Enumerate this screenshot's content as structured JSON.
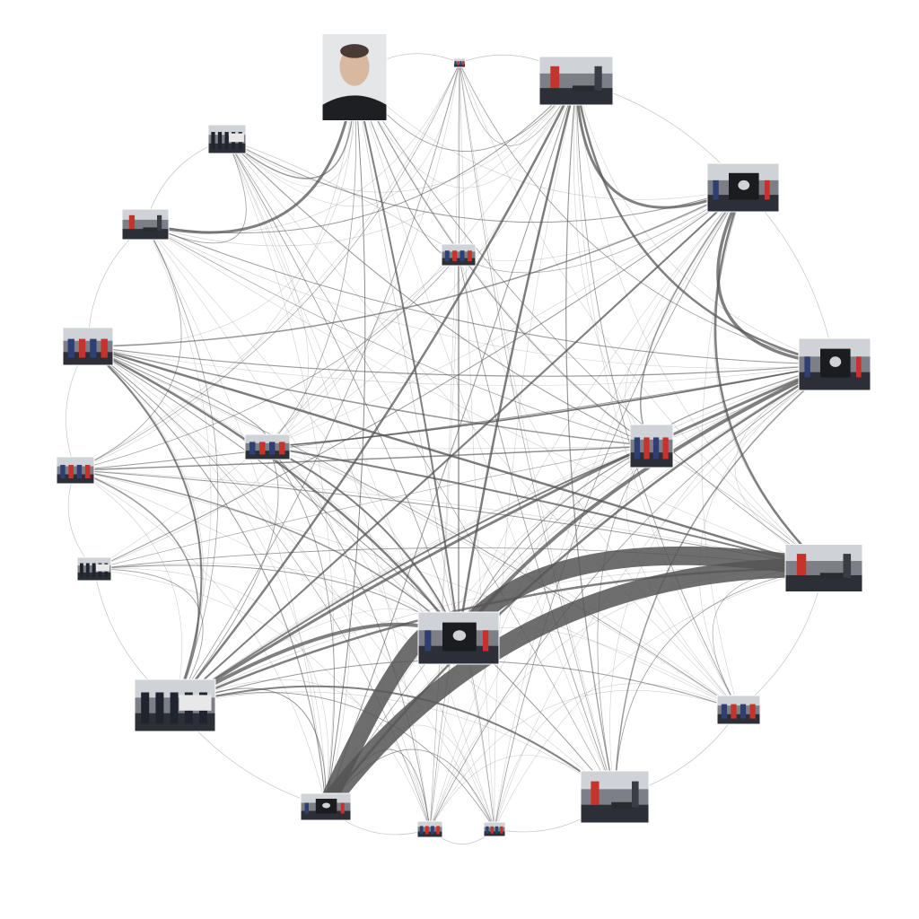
{
  "diagram": {
    "type": "circular-network",
    "node_shape": "photo-thumbnail",
    "palette": {
      "background": "#ffffff",
      "edge": "#555555",
      "photo_dark": "#2c2f36",
      "photo_grey": "#7c7f85",
      "photo_light": "#cfd2d6",
      "accent_red": "#c8322c",
      "accent_blue": "#2d3f73",
      "skin": "#d9b8a0"
    },
    "nodes": [
      {
        "id": "portrait",
        "kind": "portrait"
      },
      {
        "id": "top-small",
        "kind": "crowd"
      },
      {
        "id": "street-red-shirt",
        "kind": "street"
      },
      {
        "id": "jeep-red-shirt",
        "kind": "jeep"
      },
      {
        "id": "jeep-rear",
        "kind": "jeep"
      },
      {
        "id": "crowd-center-right",
        "kind": "crowd"
      },
      {
        "id": "street-jeep-right",
        "kind": "street"
      },
      {
        "id": "fallen-person-right",
        "kind": "crowd"
      },
      {
        "id": "street-bottom-right",
        "kind": "street"
      },
      {
        "id": "small-bottom-2",
        "kind": "crowd"
      },
      {
        "id": "small-bottom-1",
        "kind": "crowd"
      },
      {
        "id": "jeep-bottom",
        "kind": "jeep"
      },
      {
        "id": "police-smoke",
        "kind": "police"
      },
      {
        "id": "police-left-small",
        "kind": "police"
      },
      {
        "id": "crowd-left",
        "kind": "crowd"
      },
      {
        "id": "crowd-red-left",
        "kind": "crowd"
      },
      {
        "id": "lying-person-left",
        "kind": "street"
      },
      {
        "id": "police-line-top-left",
        "kind": "police"
      },
      {
        "id": "crowd-center-top",
        "kind": "crowd"
      },
      {
        "id": "crowd-center-left",
        "kind": "crowd"
      },
      {
        "id": "jeep-center",
        "kind": "jeep"
      }
    ],
    "edges": [
      {
        "from": "jeep-center",
        "to": "street-jeep-right",
        "weight": 10
      },
      {
        "from": "street-jeep-right",
        "to": "jeep-bottom",
        "weight": 10
      },
      {
        "from": "jeep-bottom",
        "to": "jeep-center",
        "weight": 9
      },
      {
        "from": "police-smoke",
        "to": "jeep-center",
        "weight": 4
      },
      {
        "from": "jeep-rear",
        "to": "jeep-center",
        "weight": 4
      },
      {
        "from": "jeep-rear",
        "to": "police-smoke",
        "weight": 3
      },
      {
        "from": "jeep-red-shirt",
        "to": "jeep-rear",
        "weight": 3.5
      },
      {
        "from": "jeep-red-shirt",
        "to": "street-jeep-right",
        "weight": 2.5
      },
      {
        "from": "street-red-shirt",
        "to": "jeep-red-shirt",
        "weight": 3
      },
      {
        "from": "street-red-shirt",
        "to": "jeep-rear",
        "weight": 2.5
      },
      {
        "from": "street-red-shirt",
        "to": "jeep-center",
        "weight": 2.5
      },
      {
        "from": "street-red-shirt",
        "to": "police-smoke",
        "weight": 2.5
      },
      {
        "from": "portrait",
        "to": "lying-person-left",
        "weight": 3
      },
      {
        "from": "portrait",
        "to": "jeep-center",
        "weight": 2
      },
      {
        "from": "portrait",
        "to": "police-line-top-left",
        "weight": 1.5
      },
      {
        "from": "crowd-red-left",
        "to": "jeep-center",
        "weight": 2.5
      },
      {
        "from": "crowd-red-left",
        "to": "street-jeep-right",
        "weight": 2.5
      },
      {
        "from": "crowd-red-left",
        "to": "police-smoke",
        "weight": 2
      },
      {
        "from": "crowd-red-left",
        "to": "crowd-center-right",
        "weight": 1.5
      },
      {
        "from": "crowd-center-left",
        "to": "jeep-center",
        "weight": 2
      },
      {
        "from": "crowd-center-left",
        "to": "street-jeep-right",
        "weight": 2
      },
      {
        "from": "crowd-center-left",
        "to": "jeep-rear",
        "weight": 1.5
      },
      {
        "from": "crowd-center-right",
        "to": "police-smoke",
        "weight": 2
      },
      {
        "from": "crowd-center-right",
        "to": "jeep-red-shirt",
        "weight": 1.5
      },
      {
        "from": "crowd-left",
        "to": "crowd-center-right",
        "weight": 1.5
      },
      {
        "from": "crowd-left",
        "to": "jeep-center",
        "weight": 1.5
      },
      {
        "from": "crowd-left",
        "to": "police-smoke",
        "weight": 1.5
      },
      {
        "from": "police-smoke",
        "to": "street-bottom-right",
        "weight": 2
      },
      {
        "from": "police-smoke",
        "to": "street-jeep-right",
        "weight": 2.5
      },
      {
        "from": "jeep-rear",
        "to": "jeep-bottom",
        "weight": 2.5
      },
      {
        "from": "jeep-rear",
        "to": "crowd-center-left",
        "weight": 1.5
      },
      {
        "from": "jeep-red-shirt",
        "to": "police-smoke",
        "weight": 2
      },
      {
        "from": "jeep-red-shirt",
        "to": "crowd-red-left",
        "weight": 1.5
      },
      {
        "from": "crowd-center-top",
        "to": "jeep-center",
        "weight": 1.5
      },
      {
        "from": "crowd-center-top",
        "to": "portrait",
        "weight": 1
      },
      {
        "from": "lying-person-left",
        "to": "street-red-shirt",
        "weight": 1
      },
      {
        "from": "lying-person-left",
        "to": "jeep-rear",
        "weight": 1
      },
      {
        "from": "police-line-top-left",
        "to": "jeep-red-shirt",
        "weight": 1
      },
      {
        "from": "police-line-top-left",
        "to": "crowd-center-right",
        "weight": 1
      },
      {
        "from": "portrait",
        "to": "jeep-bottom",
        "weight": 1
      },
      {
        "from": "portrait",
        "to": "crowd-center-right",
        "weight": 1
      },
      {
        "from": "top-small",
        "to": "police-smoke",
        "weight": 0.8
      },
      {
        "from": "top-small",
        "to": "jeep-rear",
        "weight": 0.8
      },
      {
        "from": "top-small",
        "to": "crowd-left",
        "weight": 0.6
      },
      {
        "from": "police-left-small",
        "to": "jeep-red-shirt",
        "weight": 1
      },
      {
        "from": "police-left-small",
        "to": "jeep-center",
        "weight": 1
      },
      {
        "from": "police-left-small",
        "to": "street-jeep-right",
        "weight": 0.8
      },
      {
        "from": "fallen-person-right",
        "to": "police-smoke",
        "weight": 1
      },
      {
        "from": "fallen-person-right",
        "to": "crowd-red-left",
        "weight": 0.8
      },
      {
        "from": "fallen-person-right",
        "to": "street-red-shirt",
        "weight": 0.8
      },
      {
        "from": "small-bottom-1",
        "to": "jeep-rear",
        "weight": 0.8
      },
      {
        "from": "small-bottom-1",
        "to": "crowd-center-left",
        "weight": 0.8
      },
      {
        "from": "small-bottom-2",
        "to": "jeep-red-shirt",
        "weight": 0.8
      },
      {
        "from": "small-bottom-2",
        "to": "police-smoke",
        "weight": 0.8
      },
      {
        "from": "street-bottom-right",
        "to": "jeep-rear",
        "weight": 1.5
      },
      {
        "from": "street-bottom-right",
        "to": "crowd-red-left",
        "weight": 1
      },
      {
        "from": "street-bottom-right",
        "to": "street-red-shirt",
        "weight": 1.2
      },
      {
        "from": "jeep-bottom",
        "to": "crowd-red-left",
        "weight": 1
      },
      {
        "from": "jeep-bottom",
        "to": "street-red-shirt",
        "weight": 1
      },
      {
        "from": "crowd-center-top",
        "to": "street-bottom-right",
        "weight": 0.8
      },
      {
        "from": "crowd-center-top",
        "to": "crowd-left",
        "weight": 0.7
      },
      {
        "from": "crowd-left",
        "to": "jeep-rear",
        "weight": 1
      },
      {
        "from": "crowd-left",
        "to": "street-jeep-right",
        "weight": 1
      },
      {
        "from": "crowd-left",
        "to": "lying-person-left",
        "weight": 0.7
      },
      {
        "from": "police-line-top-left",
        "to": "jeep-center",
        "weight": 0.8
      },
      {
        "from": "police-line-top-left",
        "to": "street-bottom-right",
        "weight": 0.6
      },
      {
        "from": "lying-person-left",
        "to": "crowd-center-right",
        "weight": 0.7
      },
      {
        "from": "lying-person-left",
        "to": "police-smoke",
        "weight": 0.7
      },
      {
        "from": "portrait",
        "to": "street-jeep-right",
        "weight": 0.8
      },
      {
        "from": "portrait",
        "to": "street-red-shirt",
        "weight": 0.8
      },
      {
        "from": "top-small",
        "to": "street-red-shirt",
        "weight": 0.6
      },
      {
        "from": "top-small",
        "to": "street-bottom-right",
        "weight": 0.6
      },
      {
        "from": "top-small",
        "to": "crowd-center-top",
        "weight": 0.6
      },
      {
        "from": "crowd-red-left",
        "to": "jeep-rear",
        "weight": 1.2
      },
      {
        "from": "crowd-red-left",
        "to": "small-bottom-1",
        "weight": 0.6
      },
      {
        "from": "police-left-small",
        "to": "police-smoke",
        "weight": 0.8
      },
      {
        "from": "police-left-small",
        "to": "crowd-center-right",
        "weight": 0.6
      },
      {
        "from": "jeep-center",
        "to": "crowd-center-right",
        "weight": 1
      },
      {
        "from": "jeep-center",
        "to": "small-bottom-2",
        "weight": 0.6
      },
      {
        "from": "jeep-center",
        "to": "small-bottom-1",
        "weight": 0.6
      },
      {
        "from": "jeep-bottom",
        "to": "small-bottom-1",
        "weight": 0.8
      },
      {
        "from": "jeep-bottom",
        "to": "small-bottom-2",
        "weight": 0.8
      },
      {
        "from": "jeep-bottom",
        "to": "police-smoke",
        "weight": 1
      },
      {
        "from": "street-jeep-right",
        "to": "fallen-person-right",
        "weight": 0.6
      },
      {
        "from": "street-jeep-right",
        "to": "street-bottom-right",
        "weight": 0.8
      },
      {
        "from": "jeep-rear",
        "to": "crowd-center-right",
        "weight": 1.2
      },
      {
        "from": "jeep-red-shirt",
        "to": "crowd-center-top",
        "weight": 0.6
      },
      {
        "from": "crowd-center-left",
        "to": "crowd-red-left",
        "weight": 1
      },
      {
        "from": "crowd-center-left",
        "to": "police-smoke",
        "weight": 0.8
      },
      {
        "from": "crowd-center-left",
        "to": "jeep-bottom",
        "weight": 0.8
      },
      {
        "from": "police-line-top-left",
        "to": "lying-person-left",
        "weight": 0.8
      },
      {
        "from": "portrait",
        "to": "crowd-center-left",
        "weight": 0.7
      },
      {
        "from": "crowd-center-right",
        "to": "street-bottom-right",
        "weight": 0.7
      },
      {
        "from": "crowd-center-right",
        "to": "jeep-bottom",
        "weight": 0.7
      }
    ]
  }
}
